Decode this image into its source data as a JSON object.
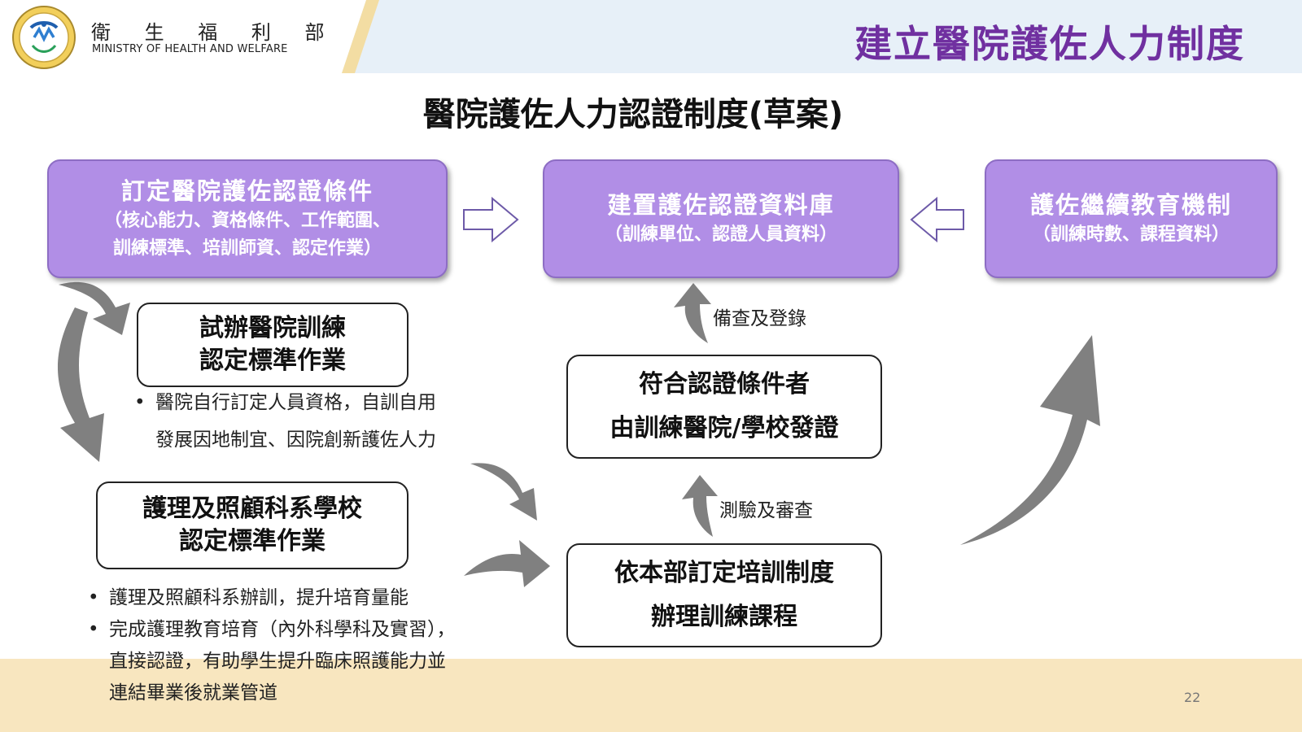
{
  "header": {
    "ministry_name_cn": "衛 生 福 利 部",
    "ministry_name_en": "MINISTRY OF HEALTH AND WELFARE",
    "slide_heading": "建立醫院護佐人力制度"
  },
  "diagram": {
    "title": "醫院護佐人力認證制度(草案)",
    "box_criteria": {
      "title": "訂定醫院護佐認證條件",
      "line1": "（核心能力、資格條件、工作範圍、",
      "line2": "訓練標準、培訓師資、認定作業）"
    },
    "box_database": {
      "title": "建置護佐認證資料庫",
      "subtitle": "（訓練單位、認證人員資料）"
    },
    "box_continuing_edu": {
      "title": "護佐繼續教育機制",
      "subtitle": "（訓練時數、課程資料）"
    },
    "box_hospital_pilot": {
      "line1": "試辦醫院訓練",
      "line2": "認定標準作業"
    },
    "note_hospital": {
      "line1": "醫院自行訂定人員資格，自訓自用",
      "line2": "發展因地制宜、因院創新護佐人力"
    },
    "box_school": {
      "line1": "護理及照顧科系學校",
      "line2": "認定標準作業"
    },
    "note_school": {
      "item1": "護理及照顧科系辦訓，提升培育量能",
      "item2_line1": "完成護理教育培育（內外科學科及實習），",
      "item2_line2": "直接認證，有助學生提升臨床照護能力並",
      "item2_line3": "連結畢業後就業管道"
    },
    "box_qualified": {
      "line1": "符合認證條件者",
      "line2": "由訓練醫院/學校發證"
    },
    "box_training": {
      "line1": "依本部訂定培訓制度",
      "line2": "辦理訓練課程"
    },
    "label_register": "備查及登錄",
    "label_exam": "測驗及審查"
  },
  "colors": {
    "heading_purple": "#7030a0",
    "box_purple": "#b18ee6",
    "arrow_gray": "#808080",
    "header_blue": "#e7f0f8",
    "footer_sand": "#f8e6bf"
  },
  "footer": {
    "page_number": "22"
  }
}
